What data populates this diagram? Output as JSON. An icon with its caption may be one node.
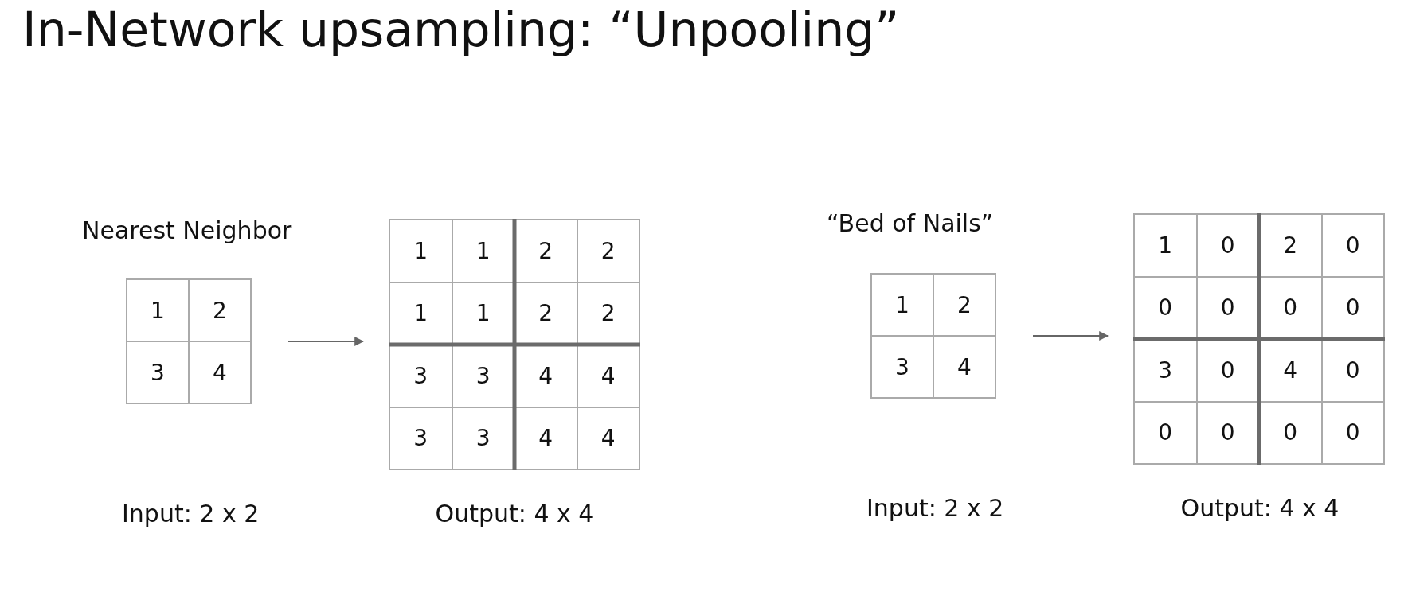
{
  "diagram": {
    "title": "In-Network upsampling: “Unpooling”",
    "nodes": [
      {
        "text": [
          "1",
          "2",
          "3",
          "4"
        ]
      },
      {
        "text": [
          "1",
          "1",
          "2",
          "2",
          "1",
          "1",
          "2",
          "2",
          "3",
          "3",
          "4",
          "4",
          "3",
          "3",
          "4",
          "4"
        ],
        "beside": [
          "Output: 4 x 4"
        ]
      },
      {
        "text": [
          "1",
          "2",
          "3",
          "4"
        ]
      },
      {
        "text": [
          "1",
          "0",
          "2",
          "0",
          "0",
          "0",
          "0",
          "0",
          "3",
          "0",
          "4",
          "0",
          "0",
          "0",
          "0",
          "0"
        ],
        "beside": [
          "Output: 4 x 4"
        ]
      }
    ],
    "edges": [
      {
        "from": 0,
        "to": 1,
        "arrow": "to"
      },
      {
        "from": 2,
        "to": 3,
        "arrow": "to"
      }
    ],
    "labels": [
      "Nearest Neighbor",
      "“Bed of Nails”",
      "Input: 2 x 2",
      "Input: 2 x 2"
    ]
  }
}
